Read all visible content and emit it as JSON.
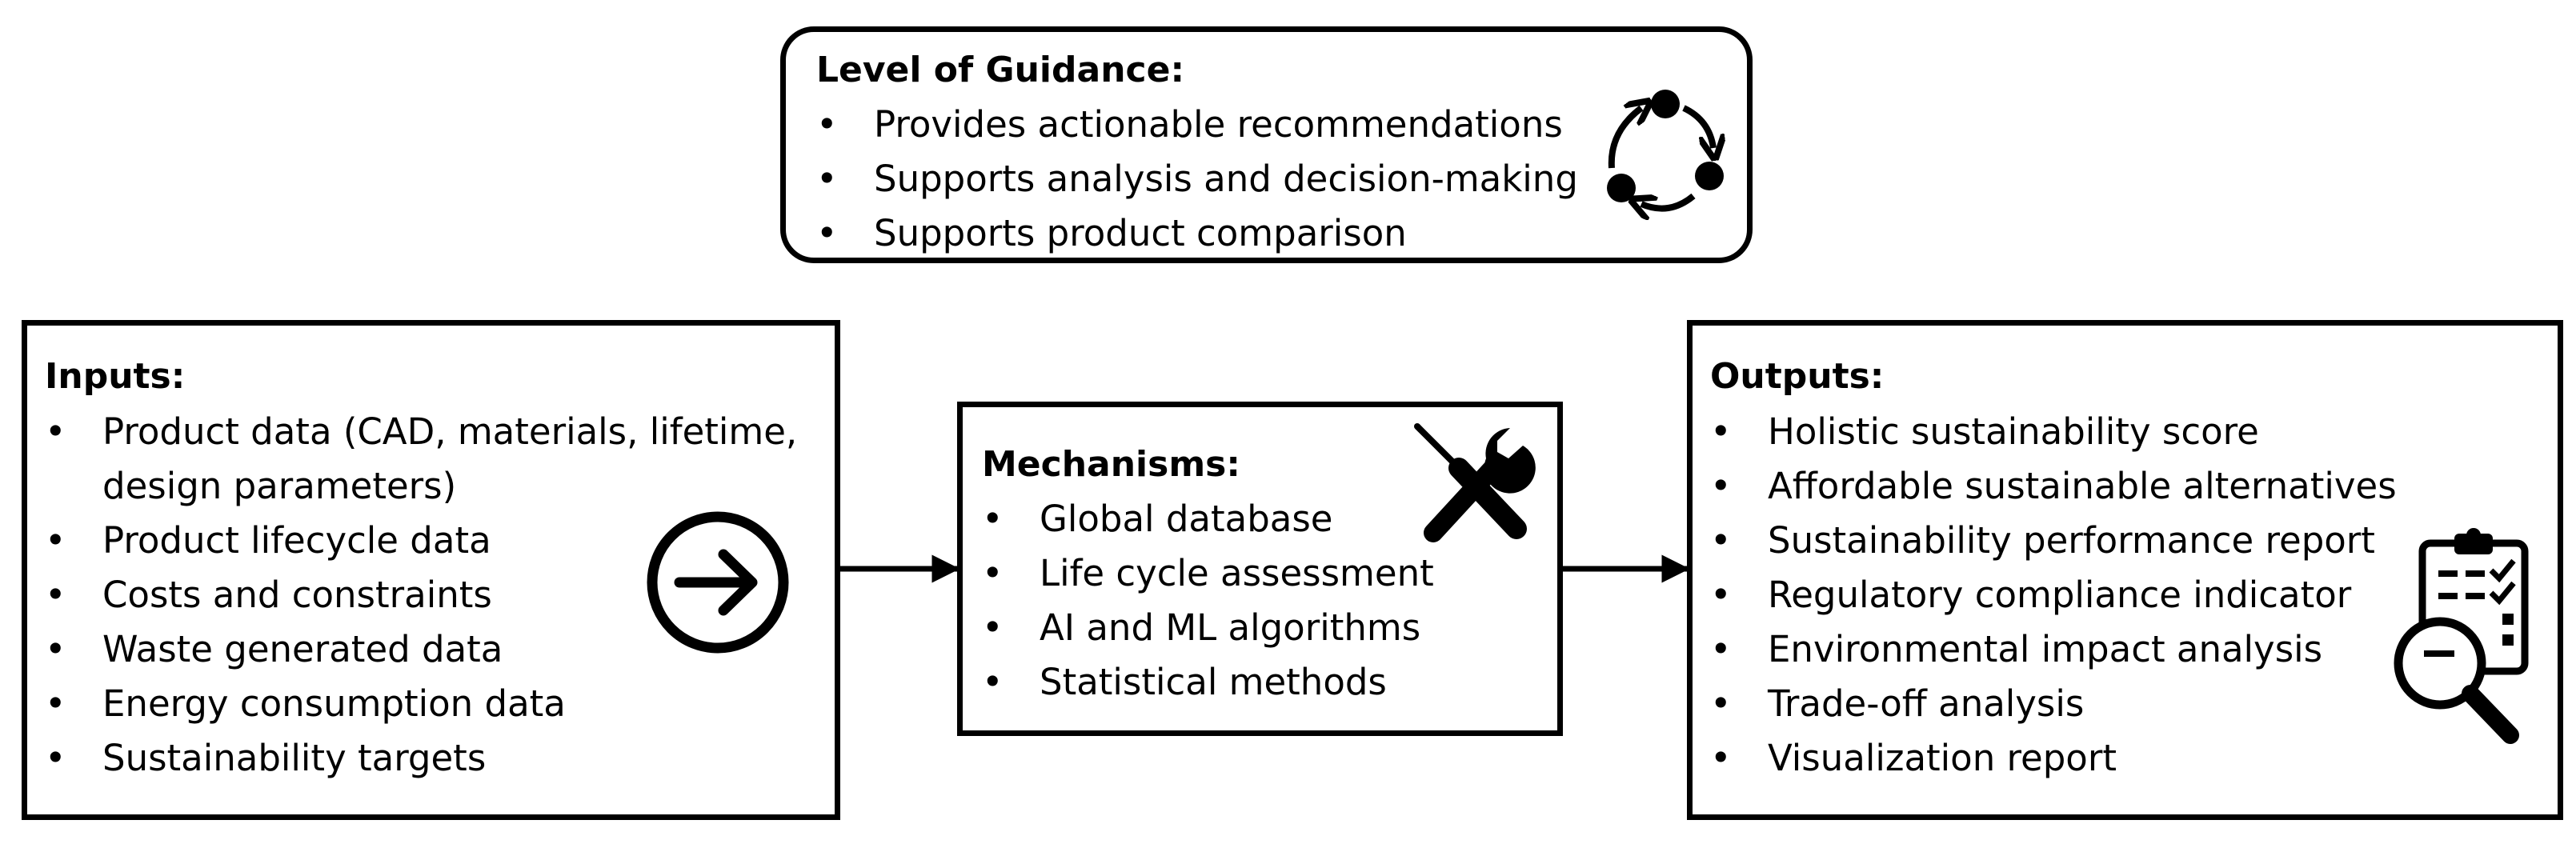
{
  "guidance": {
    "title": "Level of Guidance:",
    "items": [
      "Provides actionable recommendations",
      "Supports analysis and decision-making",
      "Supports product comparison"
    ],
    "icon": "cycle-icon"
  },
  "inputs": {
    "title": "Inputs:",
    "items": [
      "Product data (CAD, materials, lifetime,",
      "design parameters)",
      "Product lifecycle data",
      "Costs and constraints",
      "Waste generated data",
      "Energy consumption data",
      "Sustainability targets"
    ],
    "icon": "circle-arrow-right-icon"
  },
  "mechanisms": {
    "title": "Mechanisms:",
    "items": [
      "Global database",
      "Life cycle assessment",
      "AI and ML algorithms",
      "Statistical methods"
    ],
    "icon": "tools-icon"
  },
  "outputs": {
    "title": "Outputs:",
    "items": [
      "Holistic sustainability score",
      "Affordable sustainable alternatives",
      "Sustainability performance report",
      "Regulatory compliance indicator",
      "Environmental impact analysis",
      "Trade-off analysis",
      "Visualization report"
    ],
    "icon": "clipboard-magnifier-icon"
  },
  "bullet": "•"
}
